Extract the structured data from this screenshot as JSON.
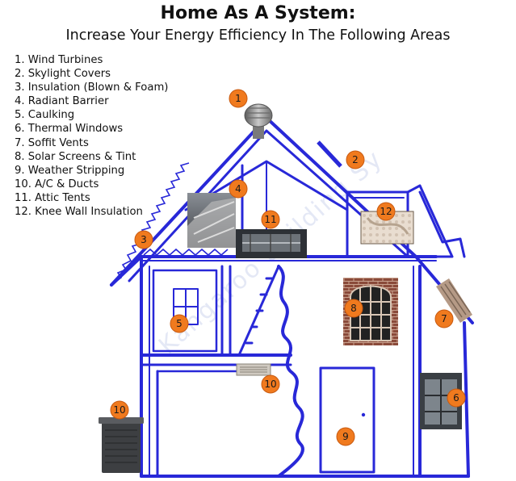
{
  "header": {
    "title": "Home As A System:",
    "subtitle": "Increase Your Energy Efficiency In The Following Areas"
  },
  "legend": {
    "items": [
      "1.  Wind Turbines",
      "2.  Skylight Covers",
      "3.  Insulation (Blown & Foam)",
      "4.  Radiant Barrier",
      "5.  Caulking",
      "6.  Thermal Windows",
      "7.  Soffit Vents",
      "8.  Solar Screens & Tint",
      "9.  Weather Stripping",
      "10. A/C & Ducts",
      "11. Attic Tents",
      "12. Knee Wall Insulation"
    ]
  },
  "badges": {
    "b1": "1",
    "b2": "2",
    "b3": "3",
    "b4": "4",
    "b5": "5",
    "b6": "6",
    "b7": "7",
    "b8": "8",
    "b9": "9",
    "b10_vent": "10",
    "b10_unit": "10",
    "b11": "11",
    "b12": "12"
  },
  "watermark": "Kangaroo Building Sy",
  "colors": {
    "outline": "#2828d8",
    "badge": "#f07a1e",
    "badge_stroke": "#c85a10"
  }
}
